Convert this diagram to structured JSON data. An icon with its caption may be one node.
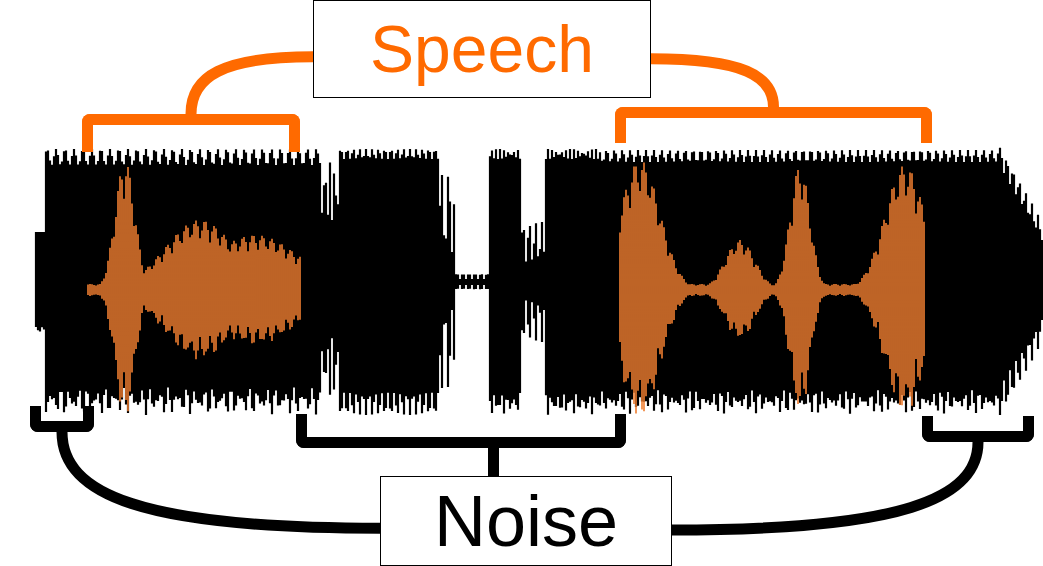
{
  "diagram": {
    "nodes": [
      {
        "text": [
          "Speech"
        ]
      },
      {
        "text": [],
        "shape": "bracket"
      },
      {
        "text": [],
        "shape": "bracket"
      },
      {
        "text": [
          "Noise"
        ]
      },
      {
        "text": [],
        "shape": "bracket"
      },
      {
        "text": [],
        "shape": "bracket"
      },
      {
        "text": [],
        "shape": "bracket"
      }
    ],
    "edges": [
      {
        "from": 0,
        "to": 1,
        "arrow": "none",
        "color": "#ff6a00"
      },
      {
        "from": 0,
        "to": 2,
        "arrow": "none",
        "color": "#ff6a00"
      },
      {
        "from": 3,
        "to": 4,
        "arrow": "none"
      },
      {
        "from": 3,
        "to": 5,
        "arrow": "none"
      },
      {
        "from": 3,
        "to": 6,
        "arrow": "none"
      }
    ]
  }
}
